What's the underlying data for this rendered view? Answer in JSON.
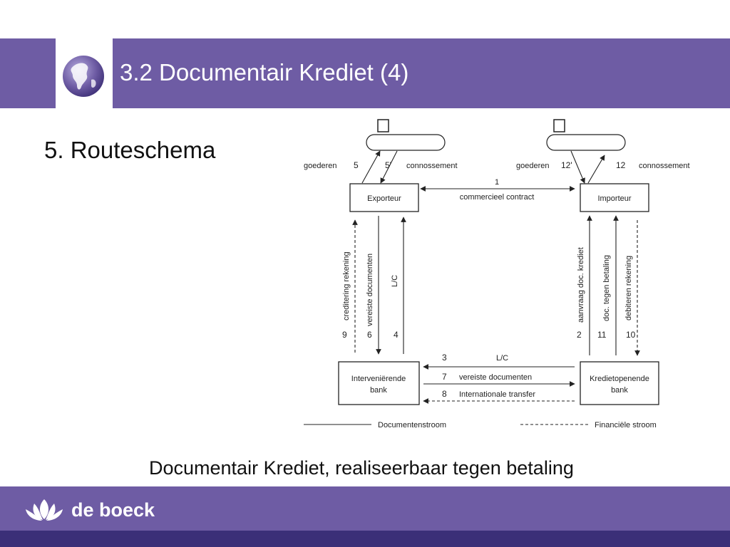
{
  "slide": {
    "title": "3.2 Documentair Krediet (4)",
    "subtitle": "5. Routeschema",
    "caption": "Documentair Krediet, realiseerbaar tegen betaling"
  },
  "colors": {
    "header": "#6e5ca4",
    "footer_band": "#3b2f78",
    "text": "#111111"
  },
  "icons": {
    "header_logo": "globe-icon",
    "footer_logo": "lotus-icon"
  },
  "footer": {
    "brand": "de boeck"
  },
  "diagram": {
    "nodes": {
      "exporteur": "Exporteur",
      "importeur": "Importeur",
      "bank_left_1": "Interveniërende",
      "bank_left_2": "bank",
      "bank_right_1": "Kredietopenende",
      "bank_right_2": "bank"
    },
    "top_left": {
      "goederen": "goederen",
      "n5": "5",
      "n5p": "5'",
      "connossement": "connossement"
    },
    "top_right": {
      "goederen": "goederen",
      "n12p": "12'",
      "n12": "12",
      "connossement": "connossement"
    },
    "contract": {
      "number": "1",
      "label": "commercieel contract"
    },
    "left_side": {
      "label_9": "creditering rekening",
      "label_6": "vereiste documenten",
      "label_4": "L/C",
      "n9": "9",
      "n6": "6",
      "n4": "4"
    },
    "right_side": {
      "label_2": "aanvraag doc. krediet",
      "label_11": "doc. tegen betaling",
      "label_10": "debiteren rekening",
      "n2": "2",
      "n11": "11",
      "n10": "10"
    },
    "bottom_flows": {
      "n3": "3",
      "label_3": "L/C",
      "n7": "7",
      "label_7": "vereiste documenten",
      "n8": "8",
      "label_8": "Internationale transfer"
    },
    "legend": {
      "documents": "Documentenstroom",
      "financial": "Financiële stroom"
    }
  }
}
